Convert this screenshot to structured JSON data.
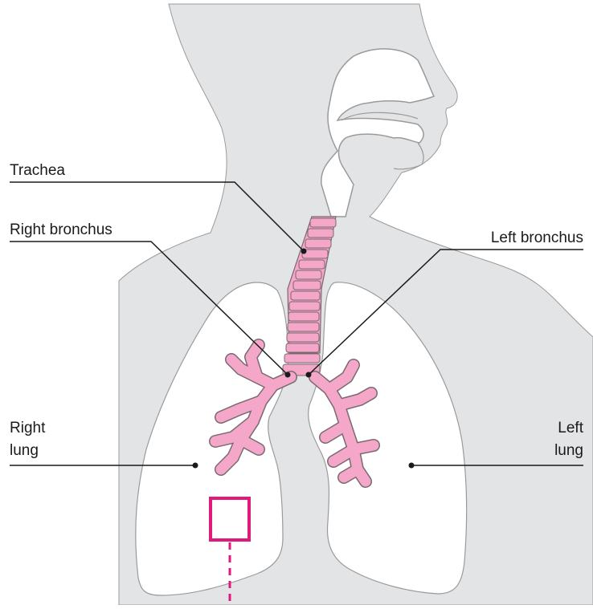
{
  "labels": {
    "trachea": "Trachea",
    "right_bronchus": "Right bronchus",
    "left_bronchus": "Left bronchus",
    "right_lung_line1": "Right",
    "right_lung_line2": "lung",
    "left_lung_line1": "Left",
    "left_lung_line2": "lung"
  },
  "colors": {
    "body": "#e3e4e6",
    "outline": "#9a9a9a",
    "lung_fill": "#ffffff",
    "airway": "#f4a7c8",
    "airway_stroke": "#7a6a70",
    "marker": "#e0197d",
    "leader": "#1a1a1a"
  }
}
